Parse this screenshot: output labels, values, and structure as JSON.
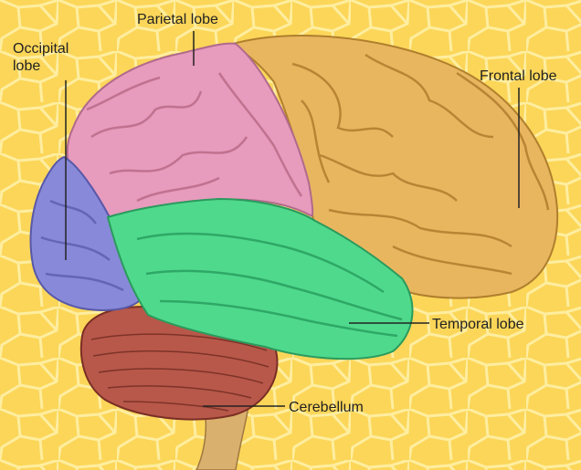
{
  "diagram": {
    "labels": {
      "parietal": "Parietal lobe",
      "occipital_line1": "Occipital",
      "occipital_line2": "lobe",
      "frontal": "Frontal lobe",
      "temporal": "Temporal lobe",
      "cerebellum": "Cerebellum"
    },
    "colors": {
      "background": "#fbd659",
      "cell_lines": "#ffeea0",
      "parietal": "#e79bbd",
      "occipital": "#8989d9",
      "frontal": "#e9b660",
      "temporal": "#4fd98c",
      "cerebellum": "#b8584a",
      "brainstem": "#d9b06e"
    }
  }
}
